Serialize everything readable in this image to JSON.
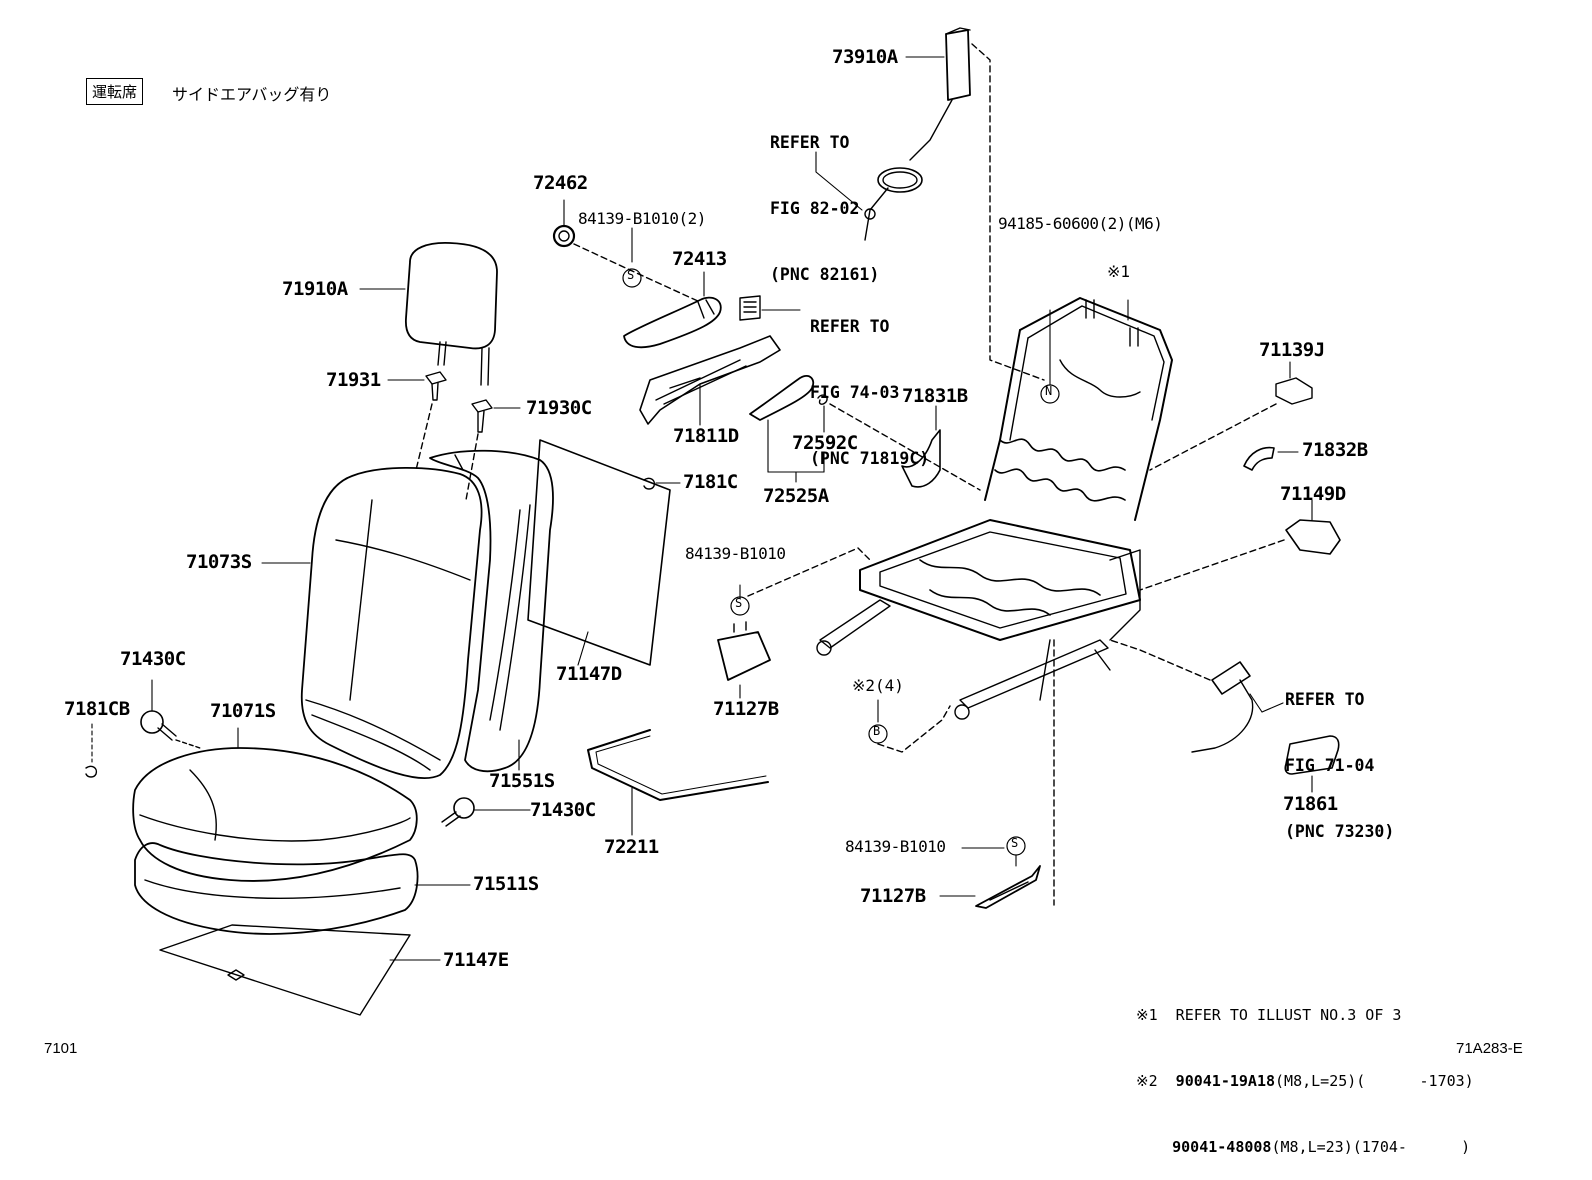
{
  "header": {
    "seat_box": "運転席",
    "description": "サイドエアバッグ有り"
  },
  "labels": {
    "p73910A": "73910A",
    "p72462": "72462",
    "p84139_b1010_2": "84139-B1010(2)",
    "p72413": "72413",
    "p71910A": "71910A",
    "p71931": "71931",
    "p71930C": "71930C",
    "p71811D": "71811D",
    "p72592C": "72592C",
    "p72525A": "72525A",
    "p71831B": "71831B",
    "p94185": "94185-60600(2)(M6)",
    "p71139J": "71139J",
    "p71832B": "71832B",
    "p71149D": "71149D",
    "p7181C": "7181C",
    "p71073S": "71073S",
    "p84139_b1010_a": "84139-B1010",
    "p71147D": "71147D",
    "p71127B_a": "71127B",
    "p71430C_a": "71430C",
    "p7181CB": "7181CB",
    "p71071S": "71071S",
    "p71551S": "71551S",
    "p71430C_b": "71430C",
    "p72211": "72211",
    "p71511S": "71511S",
    "p71147E": "71147E",
    "p84139_b1010_b": "84139-B1010",
    "p71127B_b": "71127B",
    "p71861": "71861",
    "note_mark1": "※1",
    "note_mark2": "※2(4)"
  },
  "refer": {
    "r1": [
      "REFER TO",
      "FIG 82-02",
      "(PNC 82161)"
    ],
    "r2": [
      "REFER TO",
      "FIG 74-03",
      "(PNC 71819C)"
    ],
    "r3": [
      "REFER TO",
      "FIG 71-04",
      "(PNC 73230)"
    ]
  },
  "symbols": {
    "s": "S",
    "n": "N",
    "b": "B"
  },
  "notes": {
    "n1": "※1  REFER TO ILLUST NO.3 OF 3",
    "n2_prefix": "※2  ",
    "n2_part": "90041-19A18",
    "n2_spec": "(M8,L=25)(      -1703)",
    "n3_part": "90041-48008",
    "n3_spec": "(M8,L=23)(1704-      )"
  },
  "footer": {
    "left": "7101",
    "right": "71A283-E"
  }
}
